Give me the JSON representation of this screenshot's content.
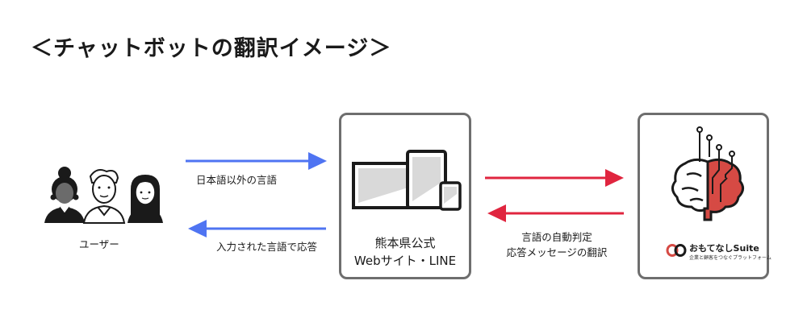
{
  "title": "＜チャットボットの翻訳イメージ＞",
  "users": {
    "label": "ユーザー",
    "icon": "users-group-icon"
  },
  "arrows": {
    "to_platform": {
      "label": "日本語以外の言語",
      "color": "#4f74f2"
    },
    "to_users": {
      "label": "入力された言語で応答",
      "color": "#4f74f2"
    },
    "to_ai": {
      "color": "#e0253f"
    },
    "from_ai": {
      "label_line1": "言語の自動判定",
      "label_line2": "応答メッセージの翻訳",
      "color": "#e0253f"
    }
  },
  "platform": {
    "line1": "熊本県公式",
    "line2": "Webサイト・LINE",
    "icon": "devices-icon"
  },
  "ai": {
    "icon": "ai-brain-icon",
    "logo_icon": "omotenashi-logo-icon",
    "brand_name": "おもてなしSuite",
    "brand_sub": "企業と顧客をつなぐプラットフォーム",
    "brain_color": "#d64a44"
  }
}
